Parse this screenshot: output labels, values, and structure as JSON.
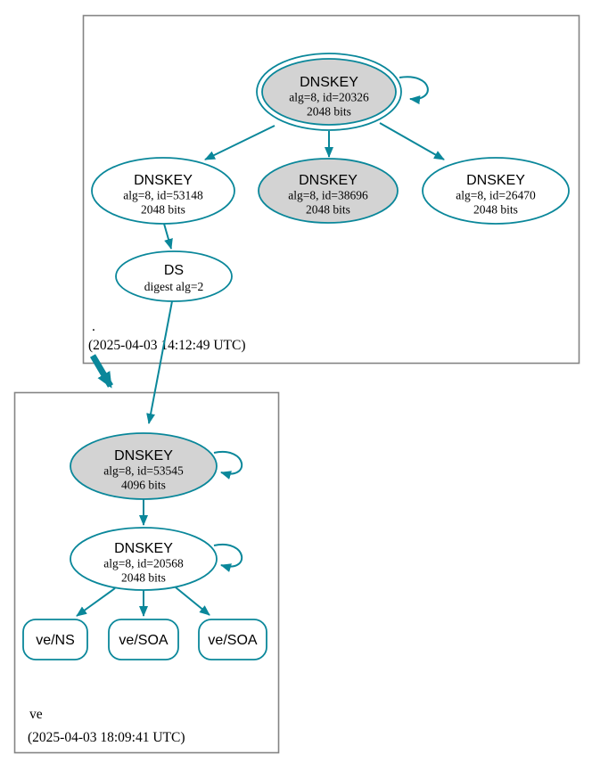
{
  "colors": {
    "edge": "#0a879a",
    "node_fill": "#d3d3d3",
    "box_border": "#848484"
  },
  "root_zone": {
    "label": ".",
    "timestamp": "(2025-04-03 14:12:49 UTC)",
    "ksk": {
      "title": "DNSKEY",
      "line1": "alg=8, id=20326",
      "line2": "2048 bits"
    },
    "zsk_left": {
      "title": "DNSKEY",
      "line1": "alg=8, id=53148",
      "line2": "2048 bits"
    },
    "zsk_middle": {
      "title": "DNSKEY",
      "line1": "alg=8, id=38696",
      "line2": "2048 bits"
    },
    "zsk_right": {
      "title": "DNSKEY",
      "line1": "alg=8, id=26470",
      "line2": "2048 bits"
    },
    "ds": {
      "title": "DS",
      "line1": "digest alg=2"
    }
  },
  "ve_zone": {
    "label": "ve",
    "timestamp": "(2025-04-03 18:09:41 UTC)",
    "ksk": {
      "title": "DNSKEY",
      "line1": "alg=8, id=53545",
      "line2": "4096 bits"
    },
    "zsk": {
      "title": "DNSKEY",
      "line1": "alg=8, id=20568",
      "line2": "2048 bits"
    },
    "rrsets": [
      {
        "label": "ve/NS"
      },
      {
        "label": "ve/SOA"
      },
      {
        "label": "ve/SOA"
      }
    ]
  }
}
